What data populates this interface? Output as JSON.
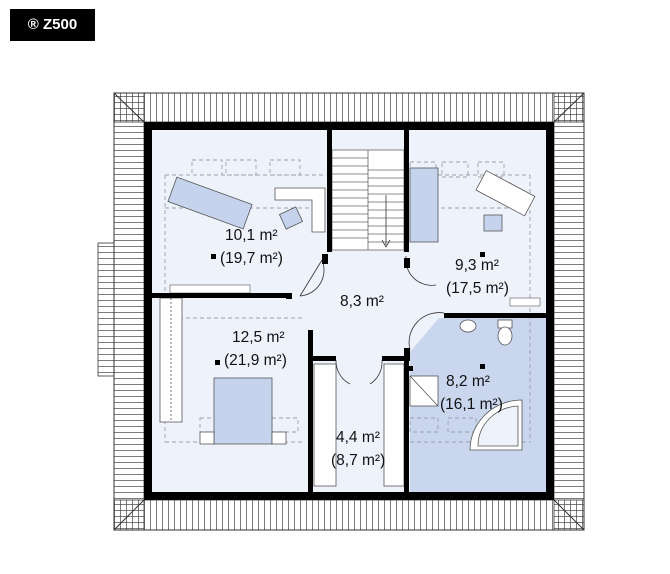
{
  "logo": "® Z500",
  "rooms": [
    {
      "id": "room-nw",
      "area": "10,1 m²",
      "gross": "(19,7 m²)"
    },
    {
      "id": "room-ne",
      "area": "9,3 m²",
      "gross": "(17,5 m²)"
    },
    {
      "id": "hall",
      "area": "8,3 m²"
    },
    {
      "id": "room-w",
      "area": "12,5 m²",
      "gross": "(21,9 m²)"
    },
    {
      "id": "bathroom",
      "area": "8,2 m²",
      "gross": "(16,1 m²)"
    },
    {
      "id": "wardrobe",
      "area": "4,4 m²",
      "gross": "(8,7 m²)"
    }
  ],
  "colors": {
    "wall": "#000000",
    "floor": "#eef2fb",
    "bathroom_floor": "#c9d6ee",
    "furniture": "#c5d4ec",
    "roof_lines": "#333333",
    "dashed": "#9aa0aa"
  },
  "icons": [
    "stairs-icon",
    "bed-icon",
    "desk-icon",
    "corner-bathtub-icon",
    "toilet-icon",
    "sink-icon",
    "shower-icon"
  ]
}
